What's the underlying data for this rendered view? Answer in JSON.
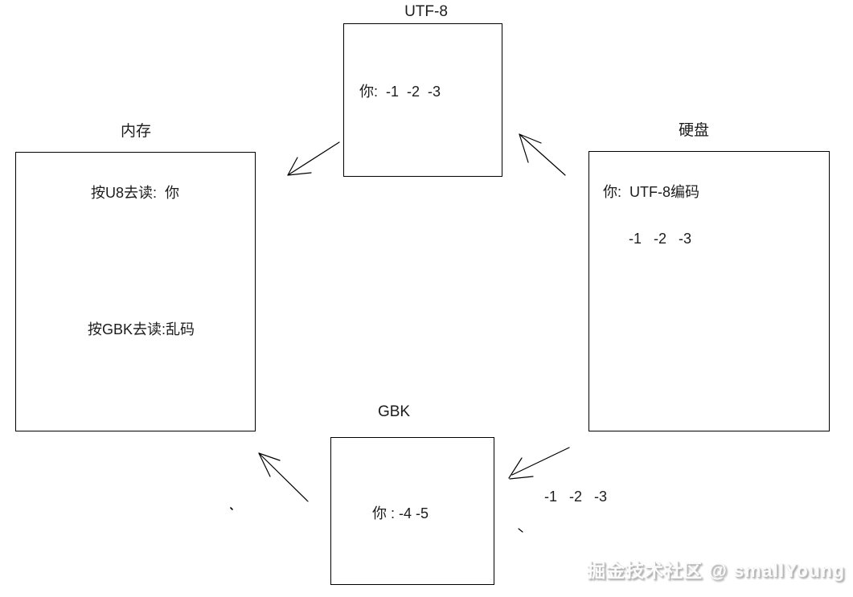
{
  "page": {
    "background_color": "#ffffff",
    "line_color": "#000000",
    "text_color": "#1c1c1c",
    "watermark_shadow_color": "#999999"
  },
  "boxes": {
    "utf8": {
      "title": "UTF-8",
      "content": "你:  -1  -2  -3"
    },
    "memory": {
      "title": "内存",
      "read_u8": "按U8去读:  你",
      "read_gbk": "按GBK去读:乱码"
    },
    "disk": {
      "title": "硬盘",
      "encoding_line": "你:  UTF-8编码",
      "bytes_line": "-1   -2   -3"
    },
    "gbk": {
      "title": "GBK",
      "content": "你 : -4 -5"
    }
  },
  "floating_bytes_label": "-1   -2   -3",
  "watermark": {
    "text": "掘金技术社区 @ smallYoung"
  },
  "arrows": [
    {
      "name": "utf8-to-memory",
      "from": "UTF-8",
      "to": "内存"
    },
    {
      "name": "disk-to-utf8",
      "from": "硬盘",
      "to": "UTF-8"
    },
    {
      "name": "gbk-to-memory",
      "from": "GBK",
      "to": "内存"
    },
    {
      "name": "disk-to-gbk",
      "from": "硬盘",
      "to": "GBK"
    }
  ]
}
